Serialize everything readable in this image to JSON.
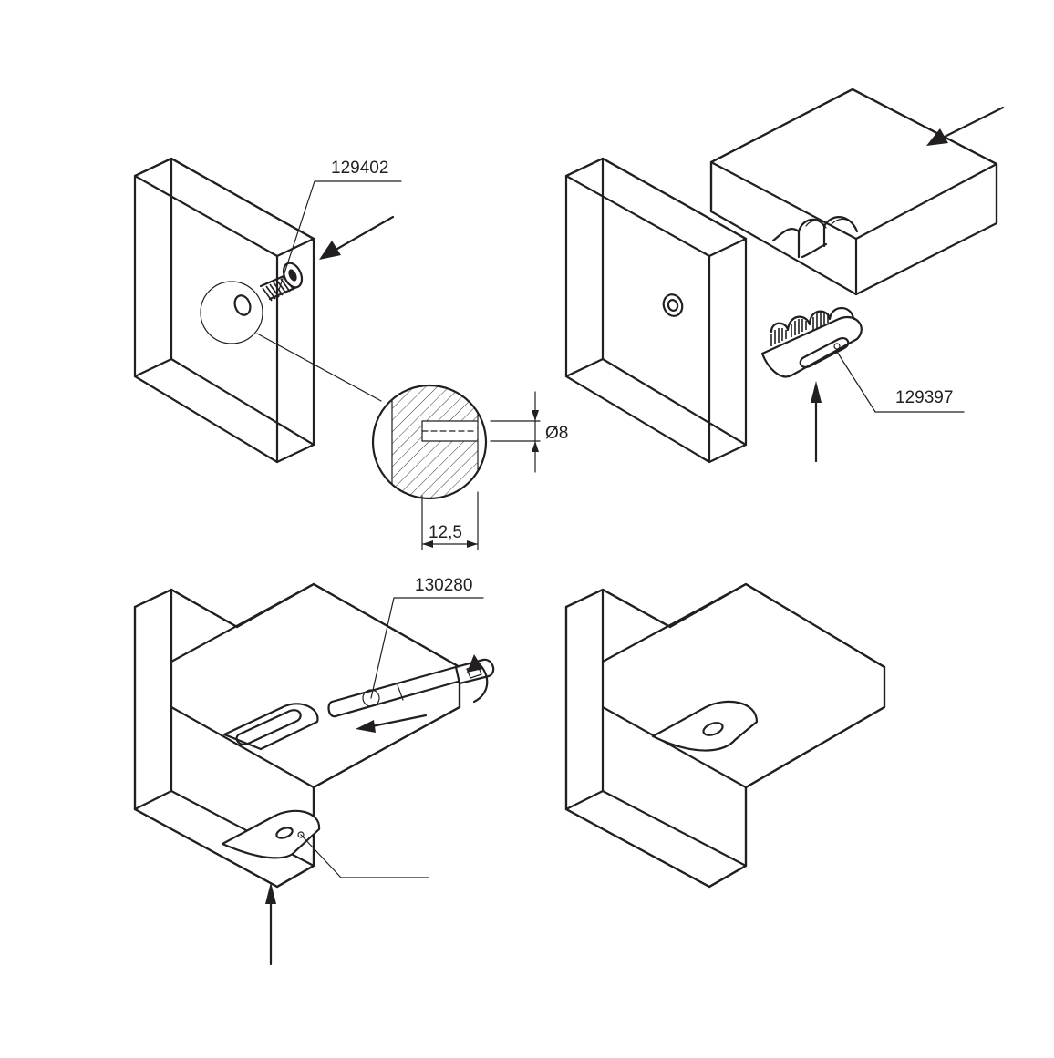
{
  "callouts": {
    "insert_part_number": "129402",
    "connector_part_number": "129397",
    "tool_part_number": "130280"
  },
  "dimensions": {
    "hole_diameter": "Ø8",
    "hole_depth": "12,5"
  },
  "colors": {
    "line": "#231f20",
    "background": "#ffffff",
    "hatch": "#231f20"
  }
}
